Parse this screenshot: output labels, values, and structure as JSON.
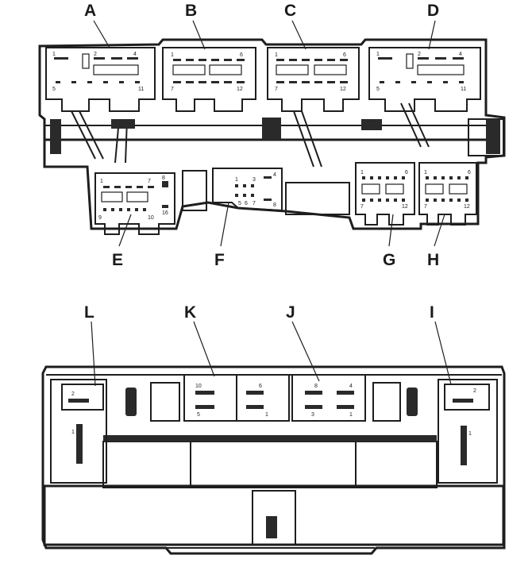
{
  "connectors_top": {
    "A": {
      "letter": "A",
      "pins": [
        "1",
        "2",
        "4",
        "5",
        "11"
      ]
    },
    "B": {
      "letter": "B",
      "pins": [
        "1",
        "6",
        "7",
        "12"
      ]
    },
    "C": {
      "letter": "C",
      "pins": [
        "1",
        "6",
        "7",
        "12"
      ]
    },
    "D": {
      "letter": "D",
      "pins": [
        "1",
        "2",
        "4",
        "5",
        "11"
      ]
    },
    "E": {
      "letter": "E",
      "pins": [
        "1",
        "7",
        "8",
        "9",
        "10",
        "16"
      ]
    },
    "F": {
      "letter": "F",
      "pins": [
        "1",
        "3",
        "4",
        "5",
        "6",
        "7",
        "8"
      ]
    },
    "G": {
      "letter": "G",
      "pins": [
        "1",
        "6",
        "7",
        "12"
      ]
    },
    "H": {
      "letter": "H",
      "pins": [
        "1",
        "6",
        "7",
        "12"
      ]
    }
  },
  "connectors_bottom": {
    "L": {
      "letter": "L",
      "pins": [
        "2",
        "1"
      ]
    },
    "K": {
      "letter": "K",
      "pins": [
        "10",
        "6",
        "5",
        "1"
      ]
    },
    "J": {
      "letter": "J",
      "pins": [
        "8",
        "4",
        "3",
        "1"
      ]
    },
    "I": {
      "letter": "I",
      "pins": [
        "2",
        "1"
      ]
    }
  },
  "colors": {
    "line": "#1e1e1e",
    "background": "#ffffff"
  }
}
